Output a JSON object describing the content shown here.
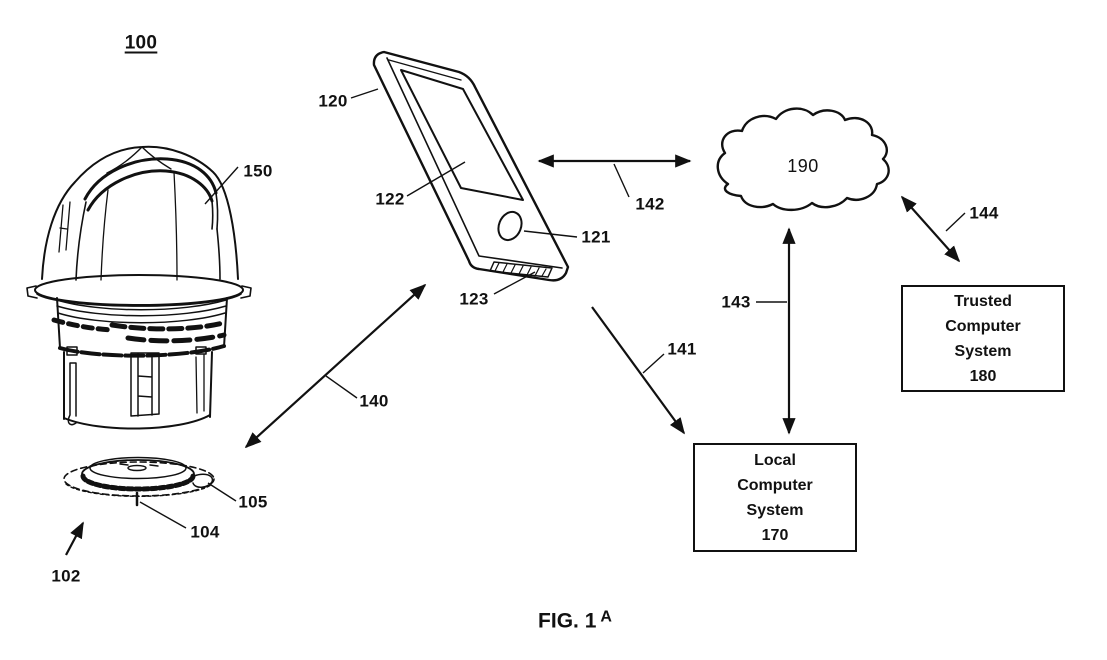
{
  "figure": {
    "id_label": "100",
    "caption": "FIG. 1",
    "caption_sup": "A"
  },
  "network": {
    "cloud_label": "190"
  },
  "boxes": {
    "local": {
      "lines": [
        "Local",
        "Computer",
        "System",
        "170"
      ]
    },
    "trusted": {
      "lines": [
        "Trusted",
        "Computer",
        "System",
        "180"
      ]
    }
  },
  "labels": {
    "device_cap": "150",
    "base_arrow": "102",
    "base_cannula": "104",
    "base_unit": "105",
    "phone_body": "120",
    "phone_button": "121",
    "phone_screen": "122",
    "phone_speaker": "123",
    "link_device_phone": "140",
    "link_phone_local": "141",
    "link_phone_cloud": "142",
    "link_cloud_local": "143",
    "link_cloud_trusted": "144"
  },
  "colors": {
    "ink": "#111111",
    "background": "#ffffff"
  }
}
